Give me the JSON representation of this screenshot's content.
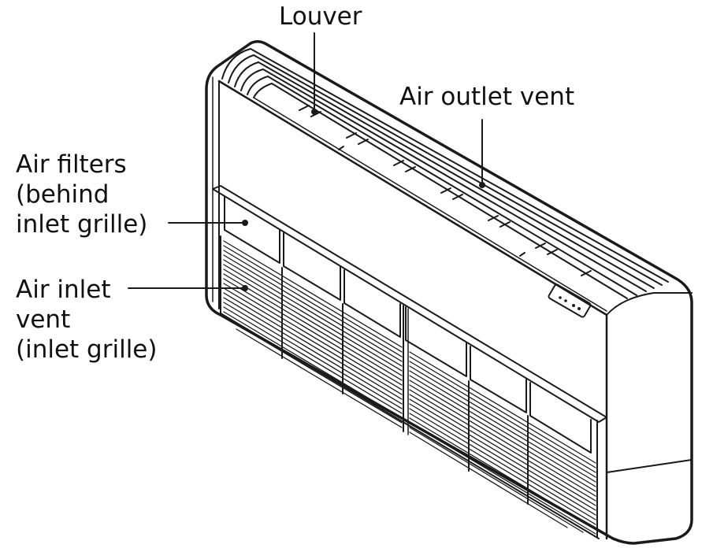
{
  "labels": {
    "louver": "Louver",
    "air_outlet_vent": "Air outlet vent",
    "air_filters": [
      "Air filters",
      "(behind",
      "inlet grille)"
    ],
    "air_inlet_vent": [
      "Air inlet",
      "vent",
      "(inlet grille)"
    ]
  },
  "colors": {
    "line": "#1a1a1a",
    "background": "#ffffff"
  }
}
